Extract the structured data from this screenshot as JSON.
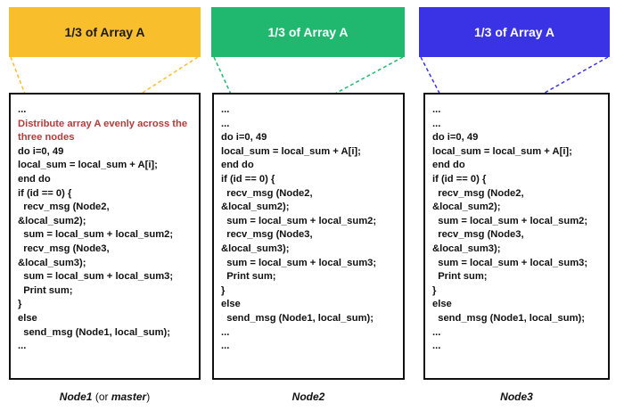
{
  "headers": [
    "1/3 of Array A",
    "1/3 of Array A",
    "1/3 of Array A"
  ],
  "colors": {
    "yellow": "#f8be2c",
    "green": "#20b86e",
    "blue": "#3a33e6",
    "note": "#b53a3a"
  },
  "node1": {
    "lines": [
      "...",
      "do i=0, 49",
      "local_sum = local_sum + A[i];",
      "end do",
      "if (id == 0) {",
      "  recv_msg (Node2,",
      "&local_sum2);",
      "  sum = local_sum + local_sum2;",
      "  recv_msg (Node3,",
      "&local_sum3);",
      "  sum = local_sum + local_sum3;",
      "  Print sum;",
      "}",
      "else",
      "  send_msg (Node1, local_sum);",
      "..."
    ],
    "note": "Distribute array A evenly across the three nodes"
  },
  "node2": {
    "lines": [
      "...",
      "...",
      "do i=0, 49",
      "local_sum = local_sum + A[i];",
      "end do",
      "if (id == 0) {",
      "  recv_msg (Node2,",
      "&local_sum2);",
      "  sum = local_sum + local_sum2;",
      "  recv_msg (Node3,",
      "&local_sum3);",
      "  sum = local_sum + local_sum3;",
      "  Print sum;",
      "}",
      "else",
      "  send_msg (Node1, local_sum);",
      "...",
      "..."
    ]
  },
  "node3": {
    "lines": [
      "...",
      "...",
      "do i=0, 49",
      "local_sum = local_sum + A[i];",
      "end do",
      "if (id == 0) {",
      "  recv_msg (Node2,",
      "&local_sum2);",
      "  sum = local_sum + local_sum2;",
      "  recv_msg (Node3,",
      "&local_sum3);",
      "  sum = local_sum + local_sum3;",
      "  Print sum;",
      "}",
      "else",
      "  send_msg (Node1, local_sum);",
      "...",
      "..."
    ]
  },
  "captions": {
    "node1_name": "Node1",
    "node1_paren_open": " (or ",
    "node1_master": "master",
    "node1_paren_close": ")",
    "node2": "Node2",
    "node3": "Node3"
  }
}
